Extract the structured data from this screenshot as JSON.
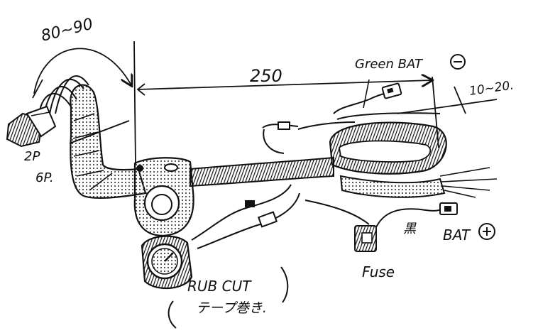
{
  "annotations": {
    "range_top": "80~90",
    "length_main": "250",
    "green_bat": "Green BAT",
    "range_right": "10~20.",
    "connector_2p": "2P",
    "connector_6p": "6P.",
    "fuse": "Fuse",
    "black": "黒",
    "bat_plus": "BAT",
    "rub_cut": "RUB CUT",
    "tape_note": "テープ巻き."
  },
  "colors": {
    "ink": "#111111",
    "paper": "#ffffff",
    "hatch": "#6a6a6a"
  },
  "icons": {
    "minus_terminal": "minus-circle-icon",
    "plus_terminal": "plus-circle-icon"
  }
}
